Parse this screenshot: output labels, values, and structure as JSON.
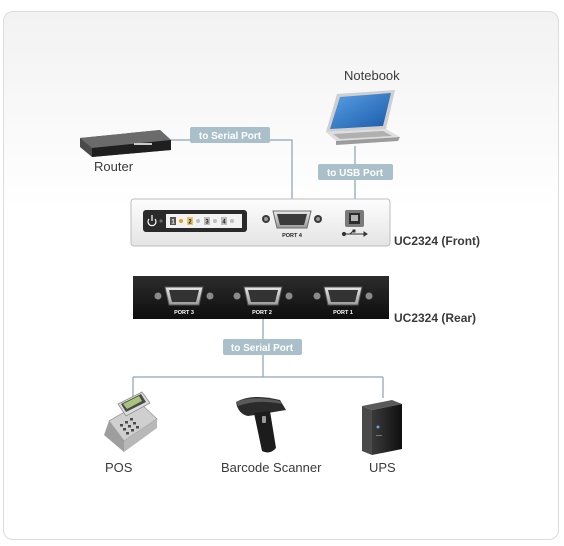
{
  "devices": {
    "notebook": "Notebook",
    "router": "Router",
    "pos": "POS",
    "barcode_scanner": "Barcode Scanner",
    "ups": "UPS"
  },
  "hub": {
    "front_label": "UC2324 (Front)",
    "rear_label": "UC2324 (Rear)",
    "front_port_label": "PORT 4",
    "rear_ports": [
      "PORT 3",
      "PORT 2",
      "PORT 1"
    ],
    "leds": [
      "1",
      "2",
      "3",
      "4"
    ]
  },
  "tags": {
    "router_link": "to Serial Port",
    "notebook_link": "to USB Port",
    "rear_link": "to Serial Port"
  },
  "colors": {
    "tag_fill": "#a9bfc9",
    "line": "#9fb3bf",
    "device_dark": "#2a2a2a"
  }
}
